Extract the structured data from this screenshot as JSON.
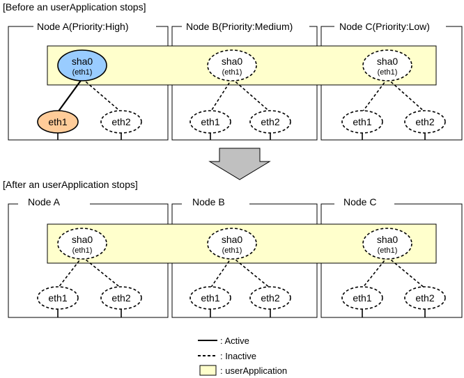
{
  "sections": [
    {
      "title": "[Before an userApplication stops]",
      "nodes": [
        {
          "label": "Node  A(Priority:High)",
          "sha_active": true,
          "eth1_active": true
        },
        {
          "label": "Node  B(Priority:Medium)",
          "sha_active": false,
          "eth1_active": false
        },
        {
          "label": "Node  C(Priority:Low)",
          "sha_active": false,
          "eth1_active": false
        }
      ]
    },
    {
      "title": "[After an userApplication stops]",
      "nodes": [
        {
          "label": "Node A",
          "sha_active": false,
          "eth1_active": false
        },
        {
          "label": "Node B",
          "sha_active": false,
          "eth1_active": false
        },
        {
          "label": "Node C",
          "sha_active": false,
          "eth1_active": false
        }
      ]
    }
  ],
  "interface": {
    "virtual": "sha0",
    "virtual_sub": "(eth1)",
    "nic1": "eth1",
    "nic2": "eth2"
  },
  "legend": {
    "active": ": Active",
    "inactive": ": Inactive",
    "userapp": ": userApplication"
  },
  "colors": {
    "userapp_fill": "#ffffcc",
    "active_sha_fill": "#99ccff",
    "active_eth_fill": "#ffcc99",
    "arrow_fill": "#c0c0c0"
  }
}
